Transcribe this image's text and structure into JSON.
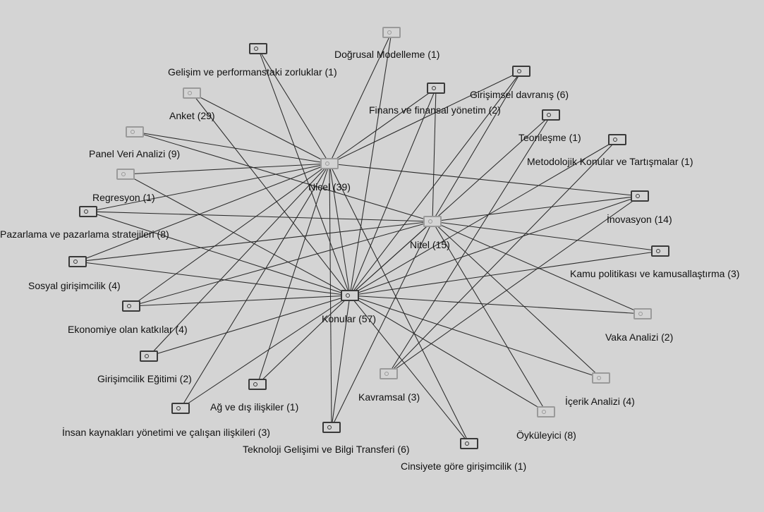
{
  "icon": "tag-icon",
  "colors": {
    "background": "#d4d4d4",
    "edge": "#2a2a2a",
    "icon": "#3a3a3a",
    "icon_faded": "#9a9a9a"
  },
  "nodes": [
    {
      "id": "nicel",
      "label": "Nicel (39)",
      "faded": true
    },
    {
      "id": "nitel",
      "label": "Nitel (15)",
      "faded": true
    },
    {
      "id": "konular",
      "label": "Konular (57)",
      "faded": false
    },
    {
      "id": "dogrusal",
      "label": "Doğrusal Modelleme (1)",
      "faded": true
    },
    {
      "id": "gelisim",
      "label": "Gelişim ve performanstaki zorluklar (1)",
      "faded": false
    },
    {
      "id": "girisimsel",
      "label": "Girişimsel davranış (6)",
      "faded": false
    },
    {
      "id": "finans",
      "label": "Finans ve finansal yönetim (2)",
      "faded": false
    },
    {
      "id": "anket",
      "label": "Anket (29)",
      "faded": true
    },
    {
      "id": "teorilesme",
      "label": "Teorileşme (1)",
      "faded": false
    },
    {
      "id": "panel",
      "label": "Panel Veri Analizi (9)",
      "faded": true
    },
    {
      "id": "metodolojik",
      "label": "Metodolojik Konular ve Tartışmalar (1)",
      "faded": false
    },
    {
      "id": "regresyon",
      "label": "Regresyon (1)",
      "faded": true
    },
    {
      "id": "inovasyon",
      "label": "İnovasyon (14)",
      "faded": false
    },
    {
      "id": "pazarlama",
      "label": "Pazarlama ve pazarlama stratejileri (8)",
      "faded": false
    },
    {
      "id": "kamu",
      "label": "Kamu politikası ve kamusallaştırma (3)",
      "faded": false
    },
    {
      "id": "sosyal",
      "label": "Sosyal girişimcilik (4)",
      "faded": false
    },
    {
      "id": "ekonomi",
      "label": "Ekonomiye olan katkılar (4)",
      "faded": false
    },
    {
      "id": "vaka",
      "label": "Vaka Analizi (2)",
      "faded": true
    },
    {
      "id": "egitim",
      "label": "Girişimcilik Eğitimi (2)",
      "faded": false
    },
    {
      "id": "ag",
      "label": "Ağ ve dış ilişkiler (1)",
      "faded": false
    },
    {
      "id": "kavramsal",
      "label": "Kavramsal (3)",
      "faded": true
    },
    {
      "id": "icerik",
      "label": "İçerik Analizi (4)",
      "faded": true
    },
    {
      "id": "insan",
      "label": "İnsan kaynakları yönetimi ve çalışan ilişkileri (3)",
      "faded": false
    },
    {
      "id": "oykuleyici",
      "label": "Öyküleyici (8)",
      "faded": true
    },
    {
      "id": "teknoloji",
      "label": "Teknoloji Gelişimi ve Bilgi Transferi (6)",
      "faded": false
    },
    {
      "id": "cinsiyet",
      "label": "Cinsiyete göre girişimcilik (1)",
      "faded": false
    }
  ],
  "edges": [
    [
      "nicel",
      "gelisim"
    ],
    [
      "nicel",
      "anket"
    ],
    [
      "nicel",
      "panel"
    ],
    [
      "nicel",
      "regresyon"
    ],
    [
      "nicel",
      "finans"
    ],
    [
      "nicel",
      "girisimsel"
    ],
    [
      "nicel",
      "inovasyon"
    ],
    [
      "nicel",
      "pazarlama"
    ],
    [
      "nicel",
      "sosyal"
    ],
    [
      "nicel",
      "ekonomi"
    ],
    [
      "nicel",
      "egitim"
    ],
    [
      "nicel",
      "ag"
    ],
    [
      "nicel",
      "insan"
    ],
    [
      "nicel",
      "teknoloji"
    ],
    [
      "nicel",
      "konular"
    ],
    [
      "nicel",
      "cinsiyet"
    ],
    [
      "nitel",
      "panel"
    ],
    [
      "nitel",
      "pazarlama"
    ],
    [
      "nitel",
      "sosyal"
    ],
    [
      "nitel",
      "ekonomi"
    ],
    [
      "nitel",
      "finans"
    ],
    [
      "nitel",
      "girisimsel"
    ],
    [
      "nitel",
      "inovasyon"
    ],
    [
      "nitel",
      "kamu"
    ],
    [
      "nitel",
      "vaka"
    ],
    [
      "nitel",
      "icerik"
    ],
    [
      "nitel",
      "oykuleyici"
    ],
    [
      "nitel",
      "konular"
    ],
    [
      "nitel",
      "teknoloji"
    ],
    [
      "konular",
      "dogrusal"
    ],
    [
      "konular",
      "gelisim"
    ],
    [
      "konular",
      "anket"
    ],
    [
      "konular",
      "regresyon"
    ],
    [
      "konular",
      "pazarlama"
    ],
    [
      "konular",
      "sosyal"
    ],
    [
      "konular",
      "ekonomi"
    ],
    [
      "konular",
      "egitim"
    ],
    [
      "konular",
      "ag"
    ],
    [
      "konular",
      "insan"
    ],
    [
      "konular",
      "teknoloji"
    ],
    [
      "konular",
      "cinsiyet"
    ],
    [
      "konular",
      "finans"
    ],
    [
      "konular",
      "girisimsel"
    ],
    [
      "konular",
      "teorilesme"
    ],
    [
      "konular",
      "metodolojik"
    ],
    [
      "konular",
      "inovasyon"
    ],
    [
      "konular",
      "kamu"
    ],
    [
      "konular",
      "vaka"
    ],
    [
      "konular",
      "icerik"
    ],
    [
      "konular",
      "oykuleyici"
    ],
    [
      "dogrusal",
      "nicel"
    ],
    [
      "kavramsal",
      "teorilesme"
    ],
    [
      "kavramsal",
      "metodolojik"
    ],
    [
      "kavramsal",
      "inovasyon"
    ]
  ]
}
